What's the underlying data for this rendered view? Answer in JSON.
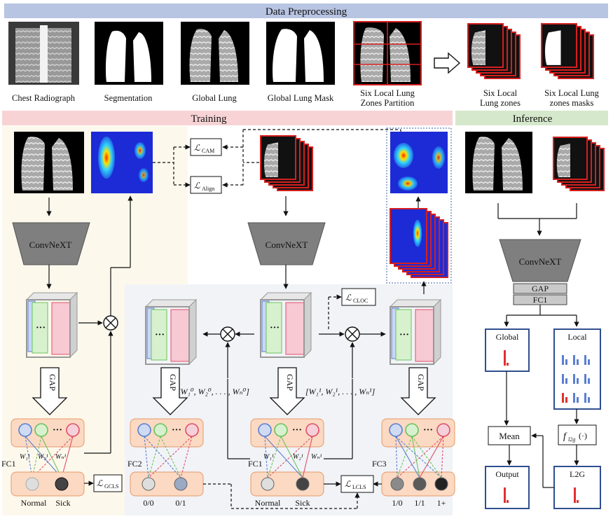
{
  "sections": {
    "preprocessing": "Data Preprocessing",
    "training": "Training",
    "inference": "Inference"
  },
  "preprocessing_captions": [
    "Chest Radiograph",
    "Segmentation",
    "Global Lung",
    "Global Lung Mask",
    "Six Local Lung",
    "Zones Partition",
    "Six Local",
    "Lung zones",
    "Six Local Lung",
    "zones masks"
  ],
  "blocks": {
    "convnext": "ConvNeXT",
    "gap": "GAP",
    "fc1": "FC1",
    "fc2": "FC2",
    "fc3": "FC3",
    "global": "Global",
    "local": "Local",
    "mean": "Mean",
    "output": "Output",
    "l2g": "L2G",
    "f_l2g": "f",
    "f_l2g_sub": "l2g",
    "f_l2g_arg": "(·)",
    "dots": "···"
  },
  "losses": {
    "cam": "CAM",
    "align": "Align",
    "cloc": "CLOC",
    "gcls": "GCLS",
    "lcls": "LCLS",
    "symbol": "ℒ"
  },
  "weights": {
    "w0": "[W₁⁰,  W₂⁰,  . . . ,  Wₙ⁰]",
    "w1": "[W₁¹,  W₂¹,  . . . ,  Wₙ¹]",
    "w1_1": "W₁¹",
    "w1_2": "W₂¹",
    "w1_n": "Wₙ¹"
  },
  "class_labels": {
    "normal": "Normal",
    "sick": "Sick",
    "c00": "0/0",
    "c01": "0/1",
    "c10": "1/0",
    "c11": "1/1",
    "c1p": "1+"
  },
  "colors": {
    "header_blue": "#b7c4e2",
    "header_pink": "#f7d3d6",
    "header_green": "#d6e8cb",
    "panel_cream": "#fdf8ec",
    "panel_grey": "#f1f3f7",
    "fc_fill": "#fbd9c2",
    "fc_stroke": "#e59a6a",
    "loss_box": "#ffffff",
    "node_blue": "#5b7fd1",
    "node_green": "#6cc35c",
    "node_red": "#e04f6a",
    "inference_box": "#2f4f8f"
  }
}
